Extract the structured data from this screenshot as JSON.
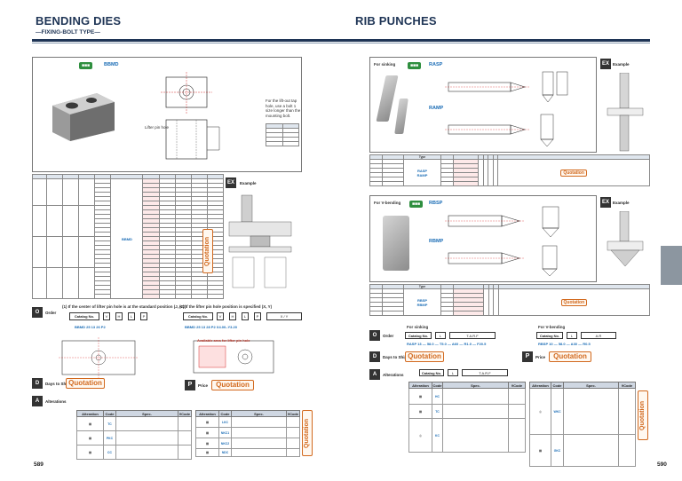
{
  "left": {
    "title": "BENDING DIES",
    "subtitle": "—FIXING-BOLT TYPE—",
    "code_badge": "■■■",
    "type_code": "BBMD",
    "bolt_note": "For the lift-out tap hole, use a bolt 1 size longer than the mounting bolt.",
    "lifter_label": "Lifter pin hole",
    "catalog_label": "BBMD",
    "example_label": "Example",
    "order_label": "Order",
    "order_note_1": "(1) If the center of lifter pin hole is at the standard position (J, K2)",
    "order_note_2": "(2) If the lifter pin hole position is specified (X, Y)",
    "order_example_1": "BBMD  25  13  26  P2",
    "order_example_2": "BBMD  25  13  28  P2  X4.00–Y3.20",
    "catalog_no_label": "Catalog No.",
    "available_note": "Available area for lifter pin hole",
    "days_label": "Days to Ship",
    "quotation": "Quotation",
    "price_label": "Price",
    "alterations_label": "Alterations",
    "alt_headers": [
      "Alteration",
      "Code",
      "Spec.",
      "¥Code"
    ],
    "alt_codes_a": [
      "TC",
      "PKC",
      "CC"
    ],
    "alt_codes_b": [
      "LKC",
      "NKC1",
      "NKC2",
      "NDC"
    ],
    "page_number": "589"
  },
  "right": {
    "title": "RIB PUNCHES",
    "for_sinking": "For sinking",
    "for_vbending": "For V-bending",
    "code_badge": "■■■",
    "type_rasp": "RASP",
    "type_ramp": "RAMP",
    "type_rbsp": "RBSP",
    "type_rbmp": "RBMP",
    "example_label": "Example",
    "catalog_label": "Catalog No.",
    "type_label": "Type",
    "order_label": "Order",
    "sinking_order": "RASP 13  —  58.0  —  T5.0  —  A60  —  R1.0  —  F20.5",
    "vbending_order": "RBSP 10  —  58.0  —  A30  —  R0.5",
    "days_label": "Days to Ship",
    "quotation": "Quotation",
    "price_label": "Price",
    "alterations_label": "Alterations",
    "alt_headers": [
      "Alteration",
      "Code",
      "Spec.",
      "¥Code"
    ],
    "alt_codes_a": [
      "HC",
      "TC",
      "KC"
    ],
    "alt_codes_b": [
      "WKC",
      "GKC"
    ],
    "page_number": "590"
  }
}
